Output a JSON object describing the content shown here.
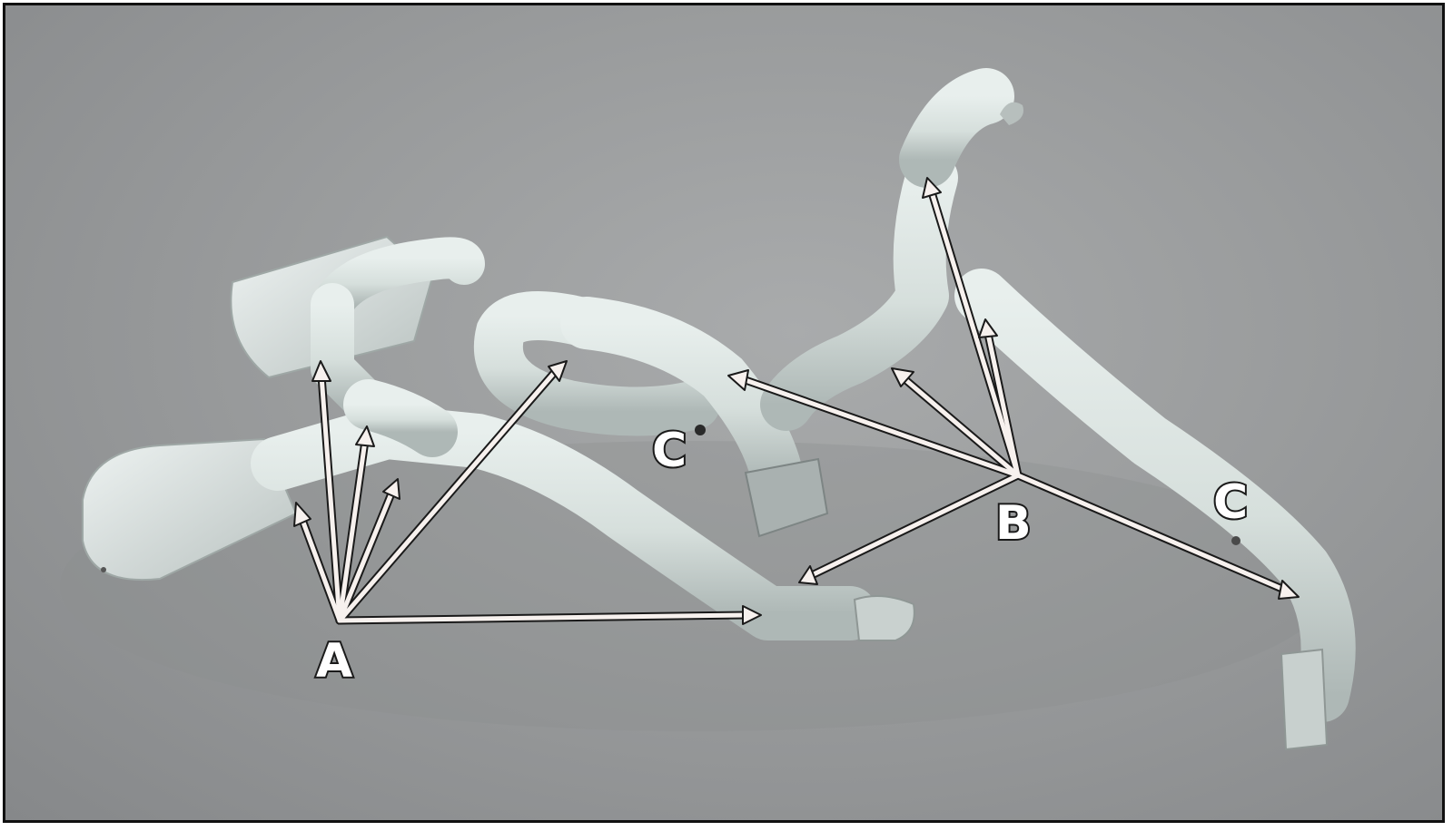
{
  "figure": {
    "labels": {
      "a": "A",
      "b": "B",
      "c1": "C",
      "c2": "C"
    },
    "colors": {
      "background": "#9a9c9d",
      "pipe": "#d9e2df",
      "pipe_shadow": "#b3bcba",
      "arrow_fill": "#f7f1ee",
      "arrow_outline": "#1a1a1a",
      "frame": "#111111"
    }
  }
}
